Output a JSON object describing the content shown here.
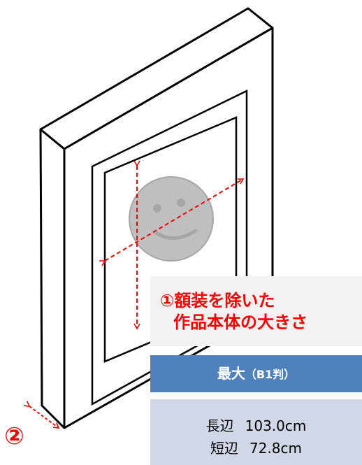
{
  "caption": {
    "line1": "①額装を除いた",
    "line2": "作品本体の大きさ"
  },
  "size_box": {
    "header_main": "最大",
    "header_sub": "（B1判）",
    "rows": [
      {
        "label": "長辺",
        "value": "103.0cm"
      },
      {
        "label": "短辺",
        "value": "72.8cm"
      }
    ]
  },
  "depth_marker": "②",
  "colors": {
    "accent_red": "#ff0000",
    "header_blue": "#4f81bd",
    "body_blue": "#d0d8e8",
    "caption_bg": "#f2f2f2",
    "face_gray": "#bfbfbf"
  }
}
